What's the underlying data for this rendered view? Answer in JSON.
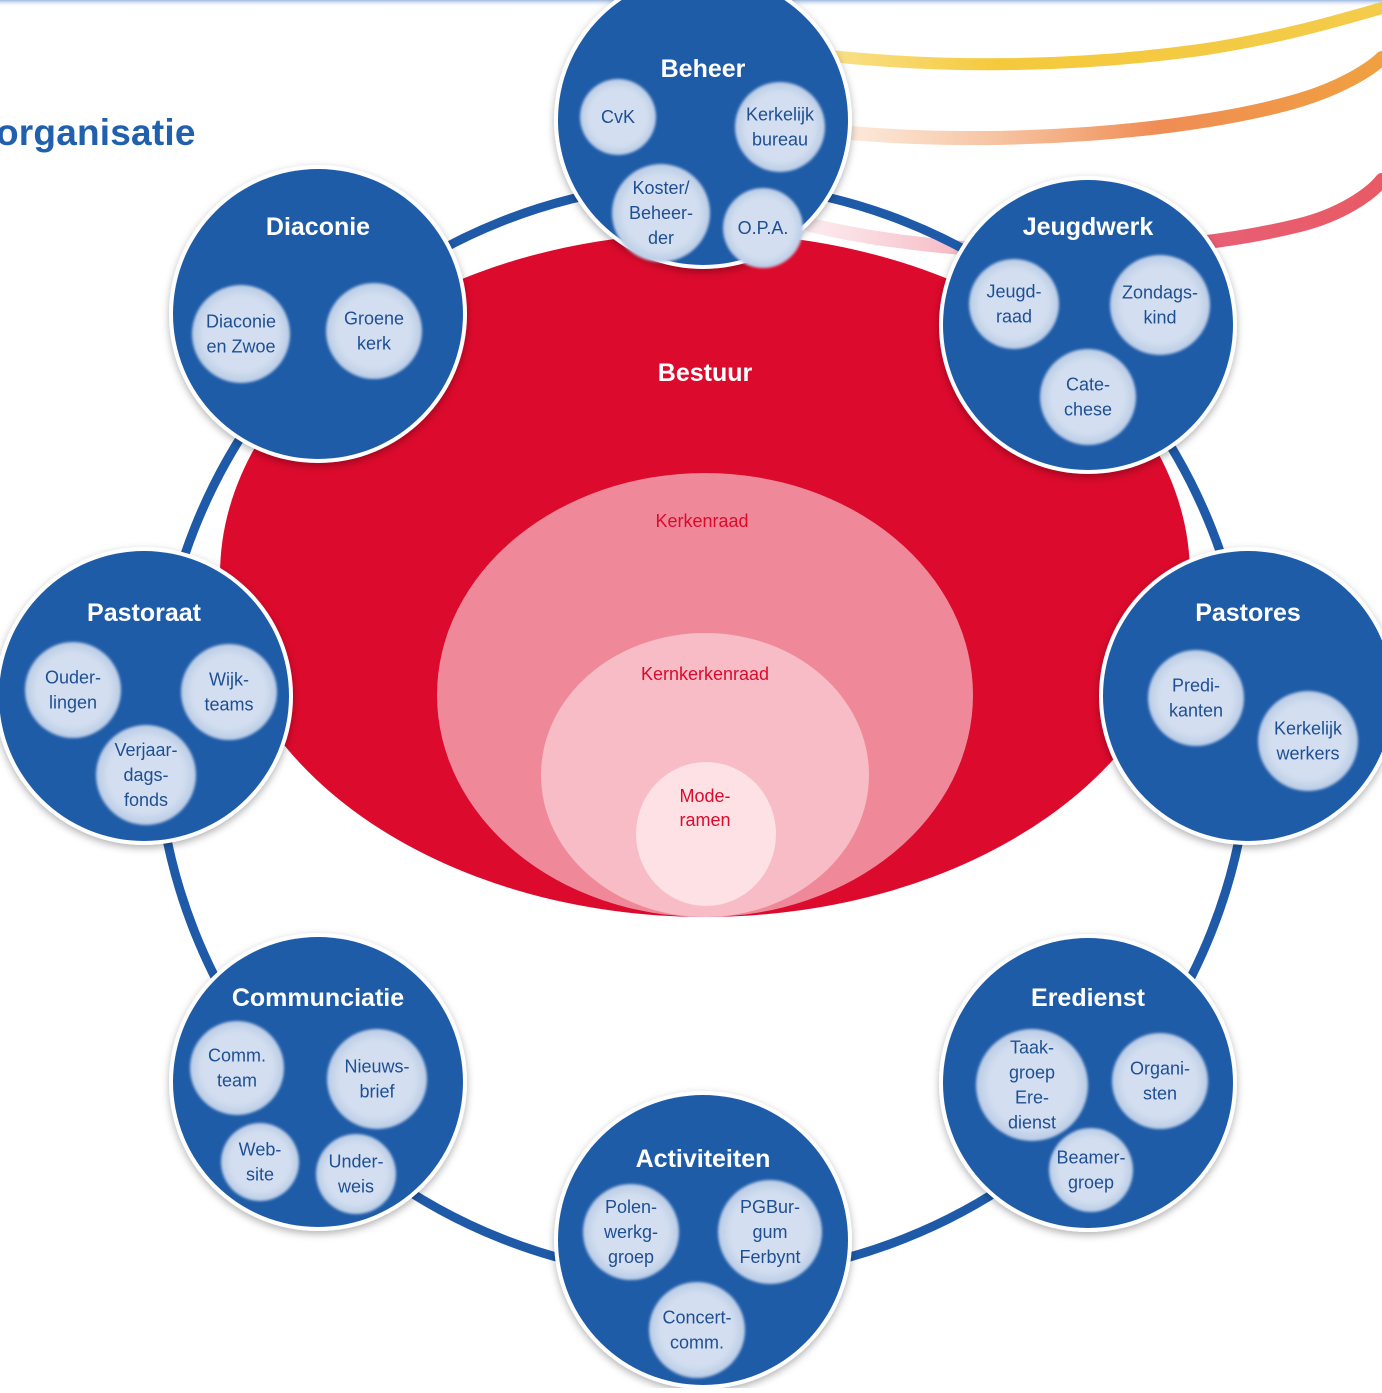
{
  "page_title": "organisatie",
  "colors": {
    "group_fill": "#1f5ca8",
    "sub_fill": "#cfdcee",
    "sub_text": "#1f4f93",
    "ring": "#1e5aa8",
    "bestuur_fill": "#dc0a2c",
    "title_text": "#2160ad"
  },
  "bestuur": {
    "title": "Bestuur",
    "layers": [
      {
        "label": "Kerkenraad"
      },
      {
        "label": "Kernkerkenraad"
      },
      {
        "label": "Mode-\nramen"
      }
    ]
  },
  "groups": [
    {
      "id": "beheer",
      "title": "Beheer",
      "items": [
        {
          "label": "CvK"
        },
        {
          "label": "Kerkelijk\nbureau"
        },
        {
          "label": "Koster/\nBeheer-\nder"
        },
        {
          "label": "O.P.A."
        }
      ]
    },
    {
      "id": "jeugdwerk",
      "title": "Jeugdwerk",
      "items": [
        {
          "label": "Jeugd-\nraad"
        },
        {
          "label": "Zondags-\nkind"
        },
        {
          "label": "Cate-\nchese"
        }
      ]
    },
    {
      "id": "pastores",
      "title": "Pastores",
      "items": [
        {
          "label": "Predi-\nkanten"
        },
        {
          "label": "Kerkelijk\nwerkers"
        }
      ]
    },
    {
      "id": "eredienst",
      "title": "Eredienst",
      "items": [
        {
          "label": "Taak-\ngroep\nEre-\ndienst"
        },
        {
          "label": "Organi-\nsten"
        },
        {
          "label": "Beamer-\ngroep"
        }
      ]
    },
    {
      "id": "activiteiten",
      "title": "Activiteiten",
      "items": [
        {
          "label": "Polen-\nwerkg-\ngroep"
        },
        {
          "label": "PGBur-\ngum\nFerbynt"
        },
        {
          "label": "Concert-\ncomm."
        }
      ]
    },
    {
      "id": "communciatie",
      "title": "Communciatie",
      "items": [
        {
          "label": "Comm.\nteam"
        },
        {
          "label": "Nieuws-\nbrief"
        },
        {
          "label": "Web-\nsite"
        },
        {
          "label": "Under-\nweis"
        }
      ]
    },
    {
      "id": "pastoraat",
      "title": "Pastoraat",
      "items": [
        {
          "label": "Ouder-\nlingen"
        },
        {
          "label": "Wijk-\nteams"
        },
        {
          "label": "Verjaar-\ndags-\nfonds"
        }
      ]
    },
    {
      "id": "diaconie",
      "title": "Diaconie",
      "items": [
        {
          "label": "Diaconie\nen Zwoe"
        },
        {
          "label": "Groene\nkerk"
        }
      ]
    }
  ]
}
